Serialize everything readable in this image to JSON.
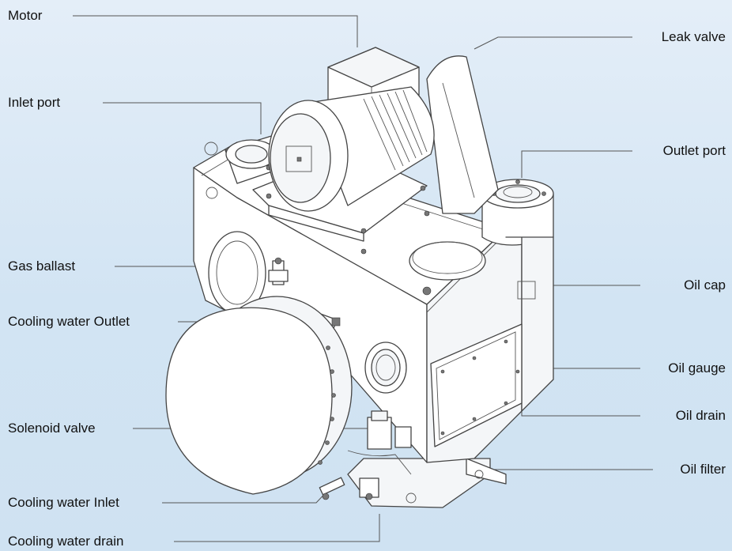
{
  "labels": {
    "motor": "Motor",
    "inlet_port": "Inlet port",
    "gas_ballast": "Gas ballast",
    "cooling_water_outlet": "Cooling water Outlet",
    "solenoid_valve": "Solenoid valve",
    "cooling_water_inlet": "Cooling water Inlet",
    "cooling_water_drain": "Cooling water drain",
    "leak_valve": "Leak valve",
    "outlet_port": "Outlet port",
    "oil_cap": "Oil cap",
    "oil_gauge": "Oil gauge",
    "oil_drain": "Oil drain",
    "oil_filter": "Oil filter"
  }
}
